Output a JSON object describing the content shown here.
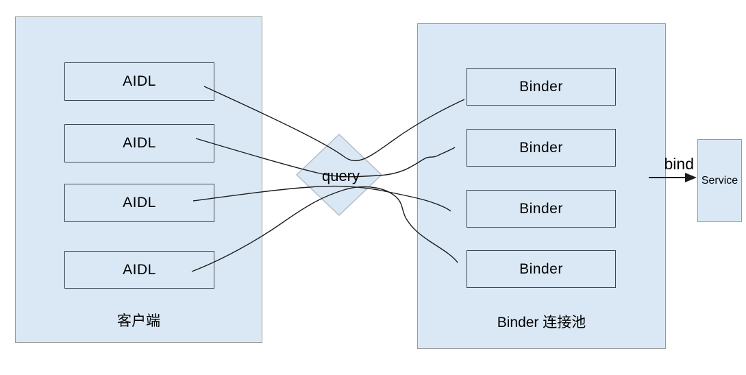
{
  "client": {
    "label": "客户端",
    "boxes": [
      "AIDL",
      "AIDL",
      "AIDL",
      "AIDL"
    ]
  },
  "pool": {
    "label": "Binder 连接池",
    "boxes": [
      "Binder",
      "Binder",
      "Binder",
      "Binder"
    ]
  },
  "connector": {
    "label": "query"
  },
  "service": {
    "label": "Service",
    "bind_label": "bind"
  },
  "colors": {
    "container_fill": "#dae8f5",
    "container_border": "#9a9a9a",
    "node_border": "#3a4450",
    "diamond_fill": "#dae8f5",
    "diamond_border": "#b4bdc6",
    "line": "#1c1c1c",
    "text": "#000000",
    "bg": "#ffffff"
  }
}
